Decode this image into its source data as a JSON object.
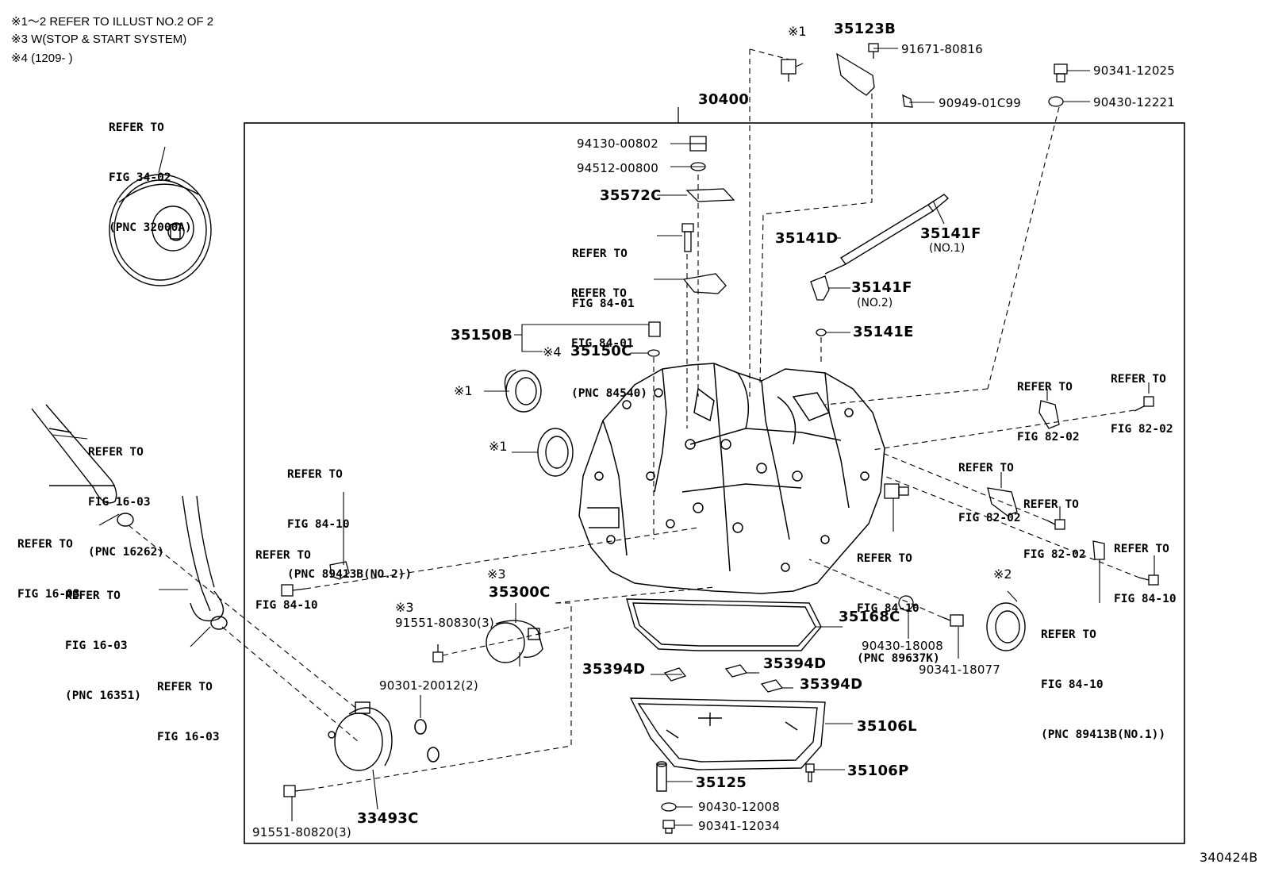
{
  "notes": [
    "※1～2 REFER TO ILLUST NO.2 OF 2",
    "※3 W(STOP & START SYSTEM)",
    "※4 (1209-      )"
  ],
  "refs": {
    "torque_converter": [
      "REFER TO",
      "FIG 34-02",
      "(PNC 32000A)"
    ],
    "hose_upper": [
      "REFER TO",
      "FIG 16-03",
      "(PNC 16262)"
    ],
    "clamp_upper": [
      "REFER TO",
      "FIG 16-03"
    ],
    "hose_lower": [
      "REFER TO",
      "FIG 16-03",
      "(PNC 16351)"
    ],
    "clamp_lower": [
      "REFER TO",
      "FIG 16-03"
    ],
    "sensor_no2": [
      "REFER TO",
      "FIG 84-10",
      "(PNC 89413B(NO.2))"
    ],
    "sensor_bolt_left": [
      "REFER TO",
      "FIG 84-10"
    ],
    "bolt_8401": [
      "REFER TO",
      "FIG 84-01"
    ],
    "switch_84540": [
      "REFER TO",
      "FIG 84-01",
      "(PNC 84540)"
    ],
    "bracket_right_a": [
      "REFER TO",
      "FIG 82-02"
    ],
    "bolt_right_a": [
      "REFER TO",
      "FIG 82-02"
    ],
    "bracket_right_b": [
      "REFER TO",
      "FIG 82-02"
    ],
    "bolt_right_b": [
      "REFER TO",
      "FIG 82-02"
    ],
    "sensor_89637k": [
      "REFER TO",
      "FIG 84-10",
      "(PNC 89637K)"
    ],
    "bolt_right_c": [
      "REFER TO",
      "FIG 84-10"
    ],
    "sensor_no1": [
      "REFER TO",
      "FIG 84-10",
      "(PNC 89413B(NO.1))"
    ]
  },
  "parts": {
    "p30400": "30400",
    "p35123b": "35123B",
    "p91671": "91671-80816",
    "p90949": "90949-01C99",
    "p90341_12025": "90341-12025",
    "p90430_12221": "90430-12221",
    "p94130": "94130-00802",
    "p94512": "94512-00800",
    "p35572c": "35572C",
    "p35141d": "35141D",
    "p35141f_1": "35141F",
    "p35141f_1_sub": "(NO.1)",
    "p35141f_2": "35141F",
    "p35141f_2_sub": "(NO.2)",
    "p35141e": "35141E",
    "p35150b": "35150B",
    "p35150c": "35150C",
    "p35300c": "35300C",
    "p91551_80830": "91551-80830(3)",
    "p90301": "90301-20012(2)",
    "p33493c": "33493C",
    "p91551_80820": "91551-80820(3)",
    "p35168c": "35168C",
    "p90430_18008": "90430-18008",
    "p90341_18077": "90341-18077",
    "p35394d_a": "35394D",
    "p35394d_b": "35394D",
    "p35394d_c": "35394D",
    "p35106l": "35106L",
    "p35106p": "35106P",
    "p35125": "35125",
    "p90430_12008": "90430-12008",
    "p90341_12034": "90341-12034"
  },
  "marks": {
    "m1_top": "※1",
    "m1_seal_a": "※1",
    "m1_seal_b": "※1",
    "m2": "※2",
    "m3_a": "※3",
    "m3_b": "※3",
    "m4": "※4"
  },
  "illustration_id": "340424B"
}
